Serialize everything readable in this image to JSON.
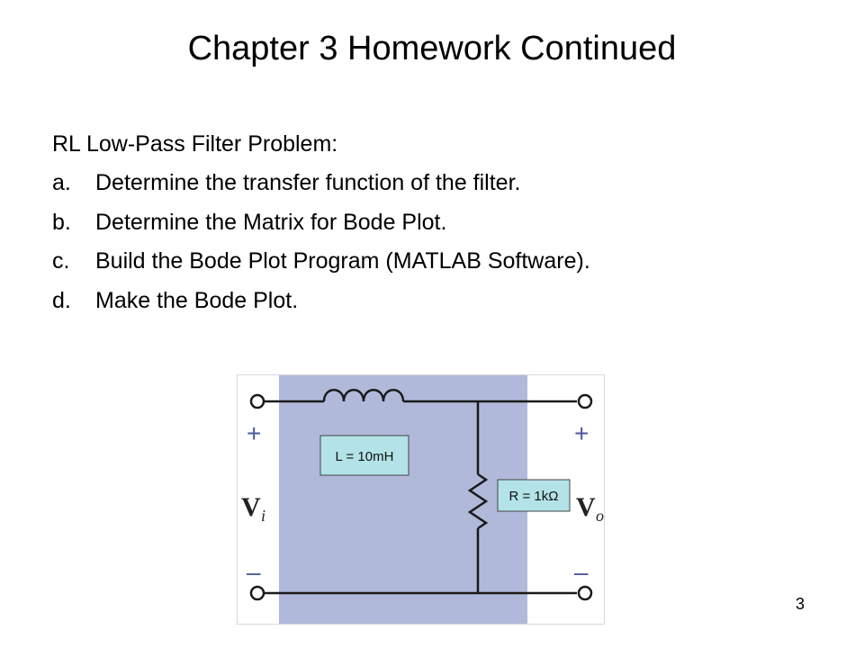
{
  "slide": {
    "title": "Chapter 3 Homework Continued",
    "page_number": "3"
  },
  "problem": {
    "heading": "RL Low-Pass Filter Problem:",
    "tasks": [
      {
        "marker": "a.",
        "text": "Determine the transfer function of the filter."
      },
      {
        "marker": "b.",
        "text": "Determine the Matrix for Bode Plot."
      },
      {
        "marker": "c.",
        "text": "Build the Bode Plot Program (MATLAB Software)."
      },
      {
        "marker": "d.",
        "text": "Make the Bode Plot."
      }
    ]
  },
  "circuit": {
    "inductor_label": "L = 10mH",
    "resistor_label": "R = 1kΩ",
    "input_plus": "+",
    "input_minus": "–",
    "output_plus": "+",
    "output_minus": "–",
    "input_voltage": "V",
    "input_voltage_sub": "i",
    "output_voltage": "V",
    "output_voltage_sub": "o",
    "colors": {
      "shaded_region": "#b0b9d9",
      "wire": "#1a1a1a",
      "label_box": "#b3e3e8",
      "sign_blue": "#4a5a9a"
    }
  }
}
